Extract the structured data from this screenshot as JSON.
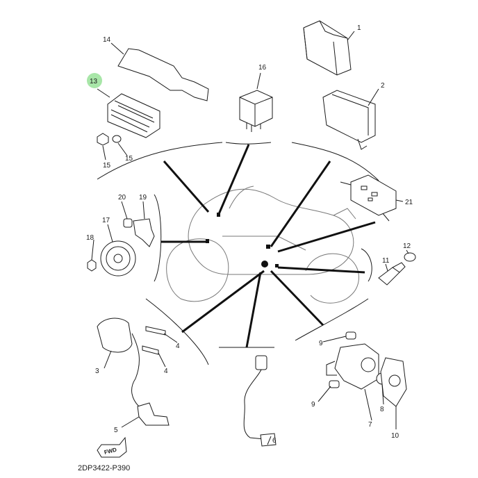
{
  "diagram": {
    "callouts": {
      "c1": "1",
      "c2": "2",
      "c3": "3",
      "c4a": "4",
      "c4b": "4",
      "c5": "5",
      "c6": "6",
      "c7": "7",
      "c8": "8",
      "c9a": "9",
      "c9b": "9",
      "c10": "10",
      "c11": "11",
      "c12": "12",
      "c13": "13",
      "c14": "14",
      "c15a": "15",
      "c15b": "15",
      "c16": "16",
      "c17": "17",
      "c18": "18",
      "c19": "19",
      "c20": "20",
      "c21": "21"
    },
    "fwd_label": "FWD",
    "part_code": "2DP3422-P390",
    "highlight_color": "#a8e6a8"
  }
}
